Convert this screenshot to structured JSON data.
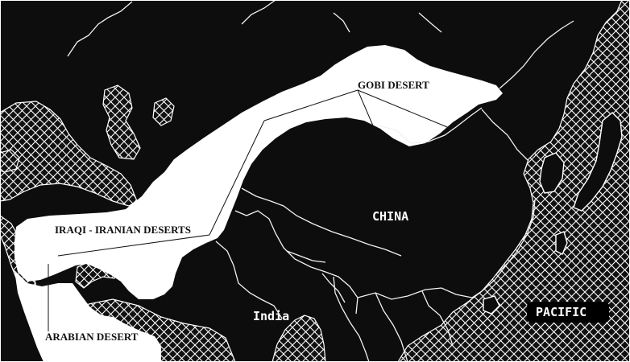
{
  "map": {
    "labels": {
      "gobi": "GOBI DESERT",
      "iraqi_iranian": "IRAQI - IRANIAN DESERTS",
      "arabian": "ARABIAN DESERT",
      "china": "CHINA",
      "india": "India",
      "pacific": "PACIFIC"
    },
    "colors": {
      "land": "#0d0d0d",
      "desert": "#ffffff",
      "water_hatch": "#ffffff",
      "water_bg": "#111111",
      "border": "#f2f2f2",
      "frame": "#ffffff"
    }
  }
}
